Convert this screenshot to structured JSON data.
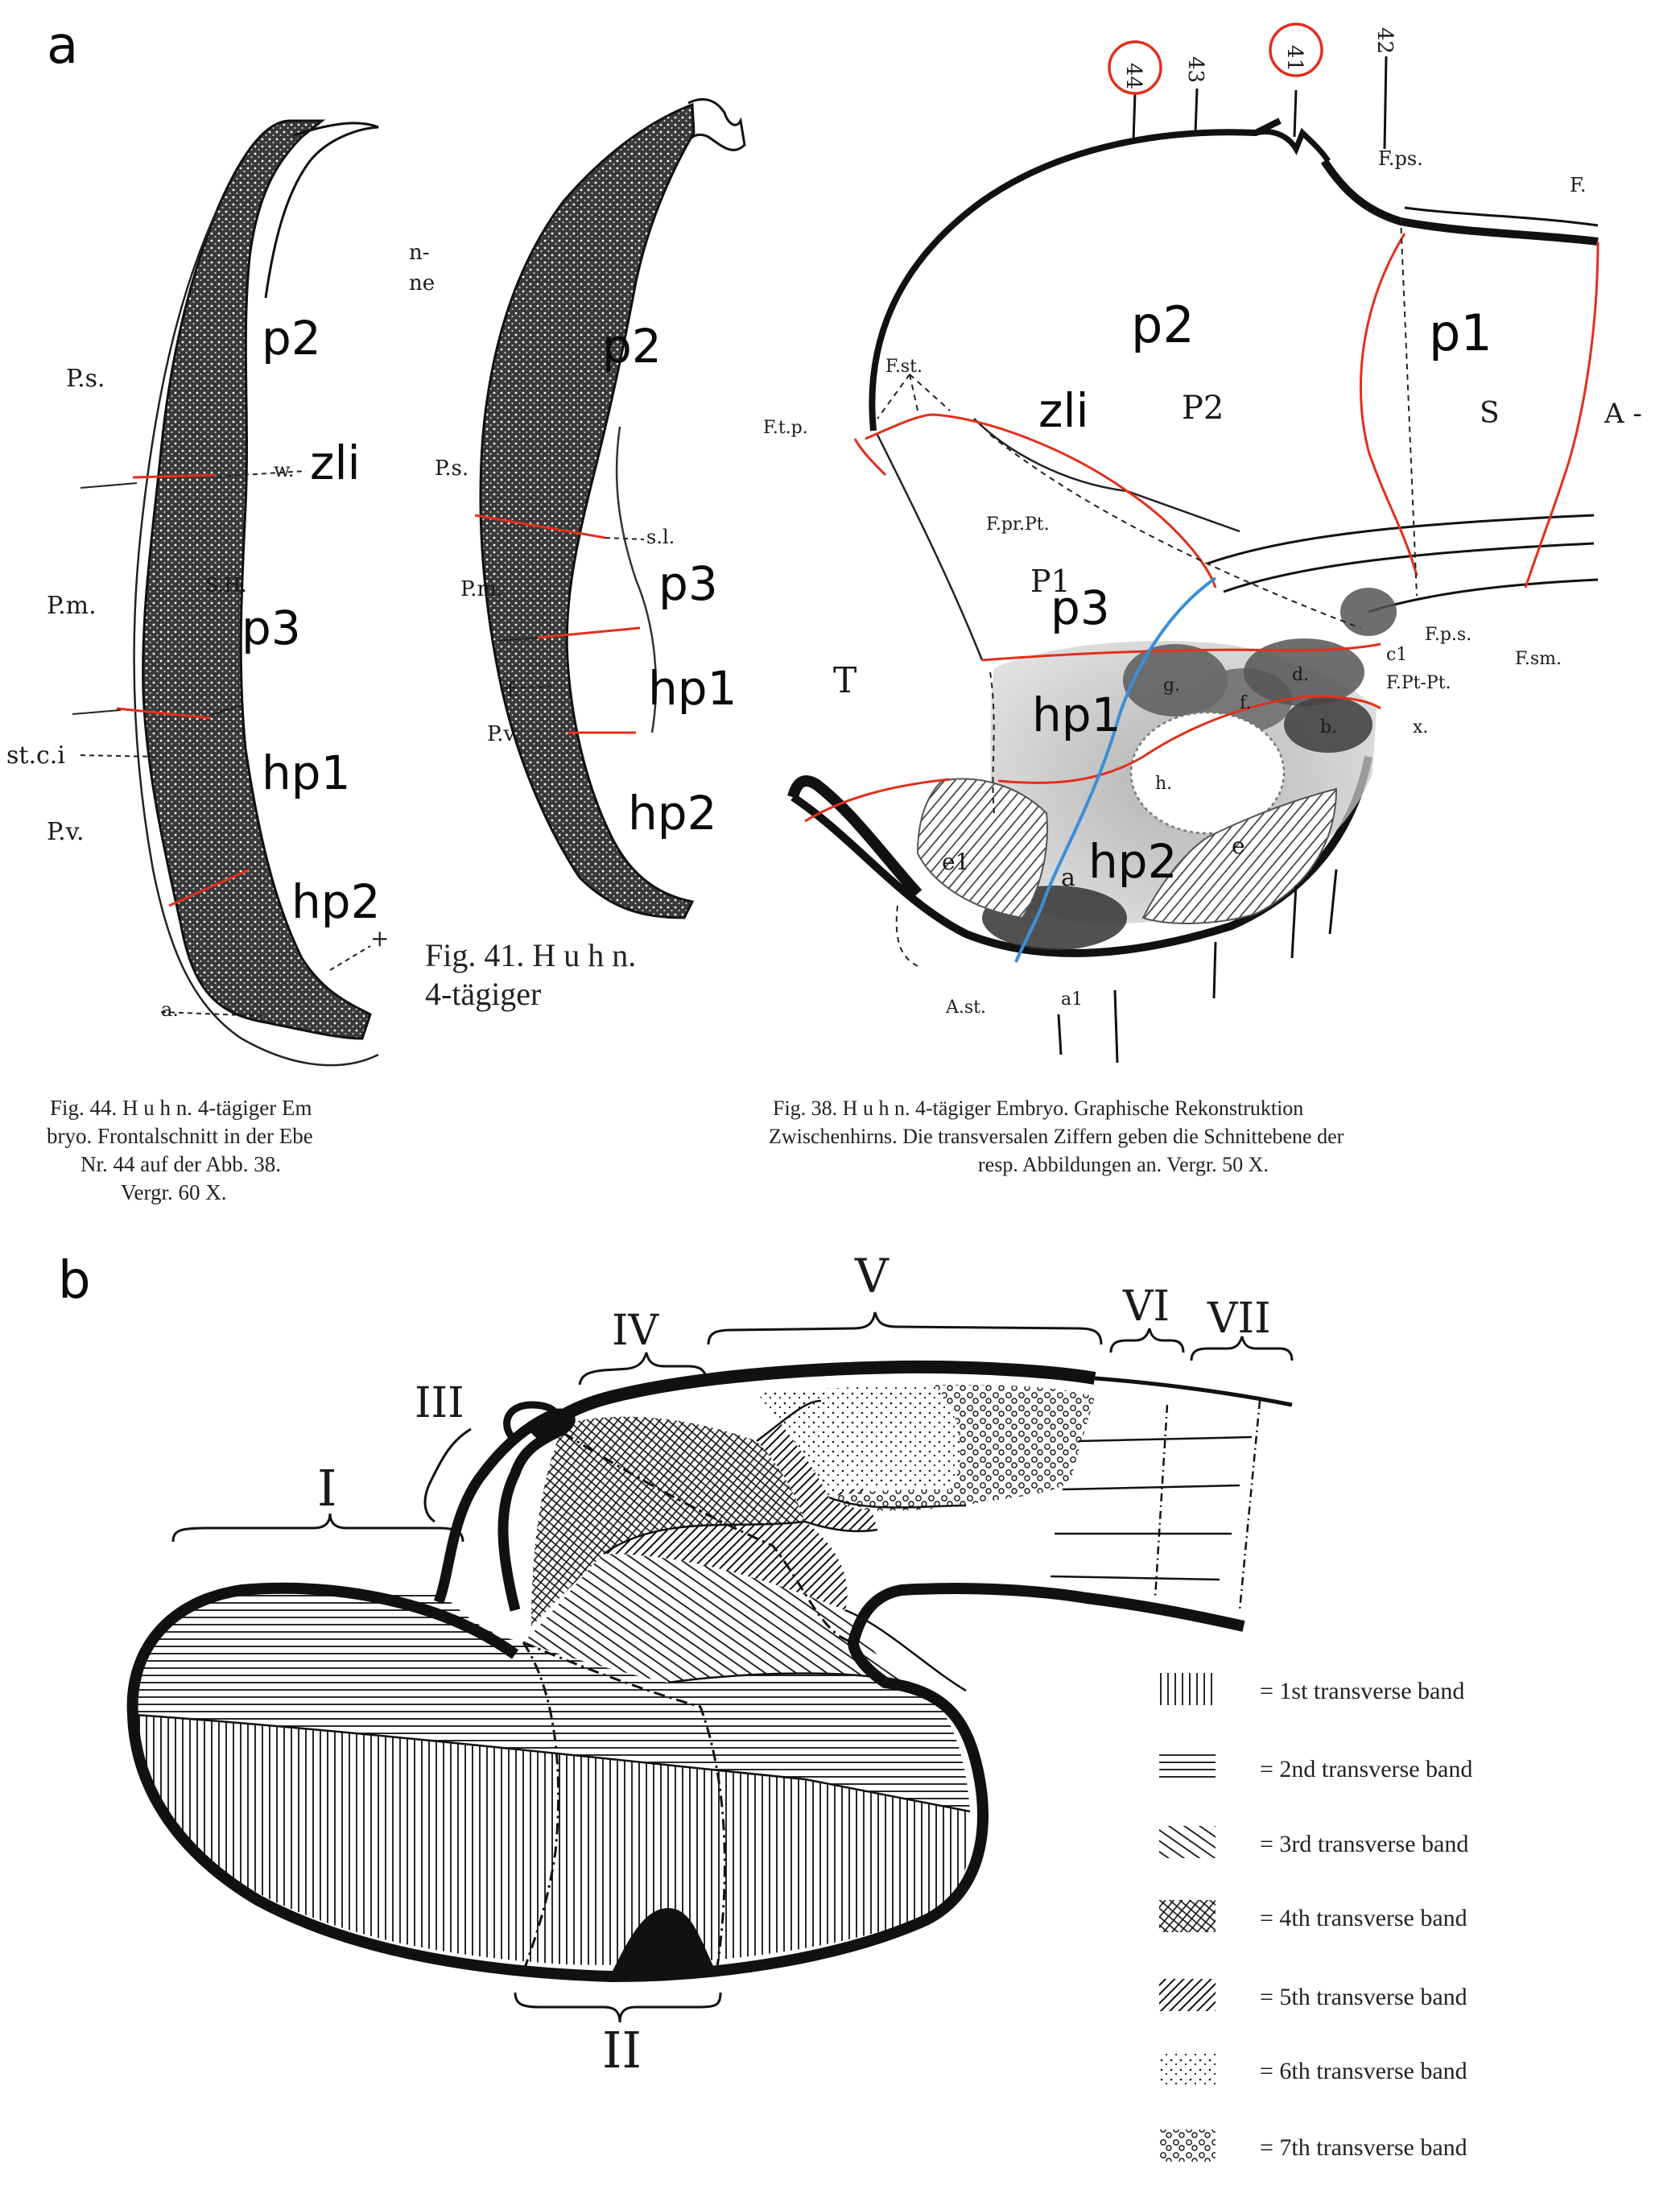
{
  "panels": {
    "a": {
      "letter": "a",
      "fig44": {
        "regions": [
          "p2",
          "zli",
          "p3",
          "hp1",
          "hp2"
        ],
        "side_labels": [
          "P.s.",
          "P.m.",
          "P.v.",
          "S.H.",
          "w.",
          "st.c.i",
          "a.",
          "+"
        ],
        "caption": [
          "Fig. 44. H u h n. 4-tägiger Em",
          "bryo. Frontalschnitt in der Ebe",
          "Nr. 44 auf der Abb. 38.",
          "Vergr. 60 X."
        ]
      },
      "fig41": {
        "regions": [
          "p2",
          "p3",
          "hp1",
          "hp2"
        ],
        "side_labels": [
          "P.s.",
          "P.m.",
          "P.v.",
          "s.l.",
          "f.",
          "n-",
          "ne"
        ],
        "caption": [
          "Fig. 41. H u h n.",
          "4-tägiger"
        ]
      },
      "fig38": {
        "regions": [
          "p2",
          "p1",
          "zli",
          "p3",
          "hp1",
          "hp2"
        ],
        "section_numbers": [
          "44",
          "43",
          "41",
          "42"
        ],
        "circled_numbers": [
          "44",
          "41"
        ],
        "labels": [
          "F.ps.",
          "F.",
          "F.st.",
          "F.t.p.",
          "P2",
          "S",
          "A -",
          "F.pr.Pt.",
          "P1",
          "T",
          "F.p.s.",
          "F.sm.",
          "c1",
          "F.Pt-Pt.",
          "x.",
          "g.",
          "f.",
          "d.",
          "b.",
          "h.",
          "e1",
          "a",
          "e",
          "A.st.",
          "a1"
        ],
        "caption": [
          "Fig. 38. H u h n. 4-tägiger Embryo. Graphische Rekonstruktion",
          "Zwischenhirns. Die transversalen Ziffern geben die Schnittebene der",
          "resp. Abbildungen an. Vergr. 50 X."
        ]
      }
    },
    "b": {
      "letter": "b",
      "band_numerals": [
        "I",
        "II",
        "III",
        "IV",
        "V",
        "VI",
        "VII"
      ],
      "legend": [
        {
          "label": "= 1st transverse band",
          "pattern": "vertical"
        },
        {
          "label": "= 2nd transverse band",
          "pattern": "horizontal"
        },
        {
          "label": "= 3rd transverse band",
          "pattern": "diagonal"
        },
        {
          "label": "= 4th transverse band",
          "pattern": "crosshatch"
        },
        {
          "label": "= 5th transverse band",
          "pattern": "diagonal-dense"
        },
        {
          "label": "= 6th transverse band",
          "pattern": "dots"
        },
        {
          "label": "= 7th transverse band",
          "pattern": "circles"
        }
      ]
    }
  },
  "colors": {
    "boundary_red": "#e0301e",
    "boundary_blue": "#3a8fd8",
    "ink": "#111111"
  }
}
